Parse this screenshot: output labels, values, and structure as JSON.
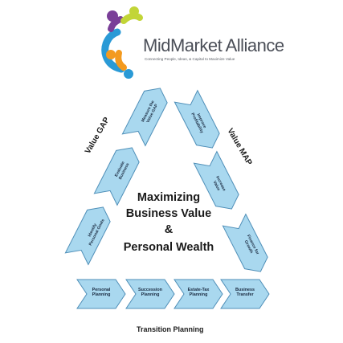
{
  "logo": {
    "title": "MidMarket Alliance",
    "tagline": "Connecting People, Ideas, & Capital to Maximize Value",
    "colors": [
      "#7a3f98",
      "#c2d537",
      "#f39a1f",
      "#2a9ad6"
    ]
  },
  "center": {
    "line1": "Maximizing",
    "line2": "Business Value",
    "line3": "&",
    "line4": "Personal Wealth"
  },
  "left_side": {
    "label": "Value GAP",
    "steps": [
      {
        "label": "Identify\nPersonal Goals"
      },
      {
        "label": "Evaluate\nBusiness"
      },
      {
        "label": "Measure the\nValue GAP"
      }
    ]
  },
  "right_side": {
    "label": "Value MAP",
    "steps": [
      {
        "label": "Improve\nProfitability"
      },
      {
        "label": "Increase\nValue"
      },
      {
        "label": "Finance for\nGrowth"
      }
    ]
  },
  "bottom": {
    "label": "Transition Planning",
    "steps": [
      {
        "label": "Personal\nPlanning"
      },
      {
        "label": "Succession\nPlanning"
      },
      {
        "label": "Estate-Tax\nPlanning"
      },
      {
        "label": "Business\nTransfer"
      }
    ]
  },
  "colors": {
    "chevron_fill": "#a9d8ef",
    "chevron_stroke": "#4f8fb8",
    "text": "#1a1a1a"
  }
}
